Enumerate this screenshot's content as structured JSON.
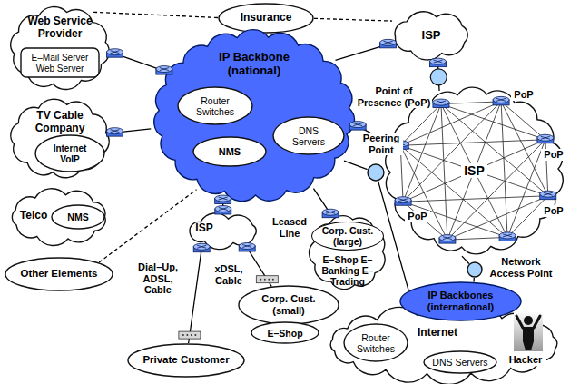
{
  "diagram": {
    "nodes": [
      {
        "text": [
          "Web Service Provider"
        ]
      },
      {
        "text": [
          "E–Mail Server Web Server"
        ],
        "in": 0
      },
      {
        "text": [
          "Insurance"
        ]
      },
      {
        "text": [
          "IP Backbone (national)"
        ]
      },
      {
        "text": [
          "Router Switches"
        ],
        "in": 3
      },
      {
        "text": [
          "DNS Servers"
        ],
        "in": 3
      },
      {
        "text": [
          "NMS"
        ],
        "in": 3
      },
      {
        "text": [
          "ISP"
        ]
      },
      {
        "text": [
          "TV Cable Company"
        ]
      },
      {
        "text": [
          "Internet VoIP"
        ],
        "in": 8
      },
      {
        "text": [
          "Telco"
        ]
      },
      {
        "text": [
          "NMS"
        ],
        "in": 10
      },
      {
        "text": [
          "Other Elements"
        ]
      },
      {
        "text": [
          "ISP"
        ]
      },
      {
        "text": [
          "Corp. Cust. (large)",
          "E–Shop E–Banking E–Trading"
        ]
      },
      {
        "text": [
          "Corp. Cust. (small)"
        ]
      },
      {
        "text": [
          "E–Shop"
        ]
      },
      {
        "text": [
          "Private Customer"
        ]
      },
      {
        "text": [
          "ISP"
        ]
      },
      {
        "text": [
          "Peering Point"
        ]
      },
      {
        "text": [
          "Network Access Point"
        ]
      },
      {
        "text": [
          "Internet"
        ]
      },
      {
        "text": [
          "Router Switches"
        ],
        "in": 21
      },
      {
        "text": [
          "DNS Servers"
        ],
        "in": 21
      },
      {
        "text": [
          "IP Backbones (international)"
        ]
      }
    ],
    "edges": [
      {
        "from": 0,
        "to": 3,
        "arrow": "none"
      },
      {
        "from": 0,
        "to": 2,
        "arrow": "none"
      },
      {
        "from": 2,
        "to": 7,
        "arrow": "none"
      },
      {
        "from": 8,
        "to": 3,
        "arrow": "none"
      },
      {
        "from": 12,
        "to": 3,
        "arrow": "none"
      },
      {
        "from": 3,
        "to": 13,
        "arrow": "none"
      },
      {
        "from": 13,
        "to": 17,
        "label": "Dial–Up, ADSL, Cable",
        "arrow": "none"
      },
      {
        "from": 13,
        "to": 15,
        "label": "xDSL, Cable",
        "arrow": "none"
      },
      {
        "from": 3,
        "to": 14,
        "label": "Leased Line",
        "arrow": "none"
      },
      {
        "from": 3,
        "to": 7,
        "arrow": "none"
      },
      {
        "from": 3,
        "to": 18,
        "arrow": "none"
      },
      {
        "from": 3,
        "to": 19,
        "arrow": "none"
      },
      {
        "from": 19,
        "to": 24,
        "arrow": "none"
      },
      {
        "from": 7,
        "to": 18,
        "arrow": "none"
      },
      {
        "from": 18,
        "to": 20,
        "arrow": "none"
      },
      {
        "from": 20,
        "to": 24,
        "arrow": "none"
      }
    ],
    "labels": [
      "Point of Presence (PoP)",
      "PoP",
      "PoP",
      "PoP",
      "PoP",
      "Hacker"
    ]
  }
}
